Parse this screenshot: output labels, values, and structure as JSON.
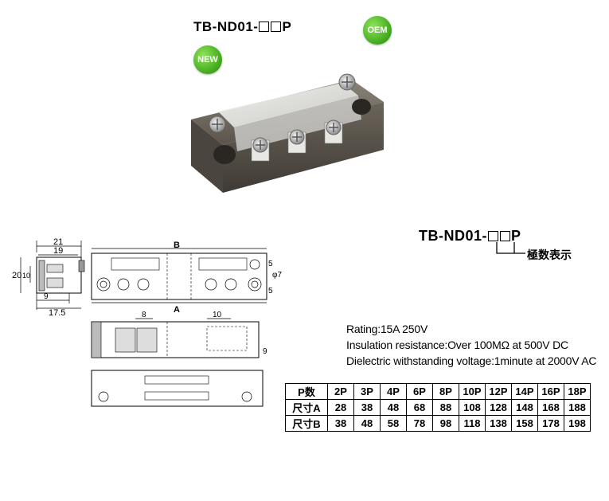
{
  "header": {
    "model_prefix": "TB-ND01-",
    "model_suffix": "P",
    "badge_oem": "OEM",
    "badge_new": "NEW"
  },
  "legend": {
    "model_prefix": "TB-ND01-",
    "model_suffix": "P",
    "pole_label": "極数表示"
  },
  "drawing": {
    "side_top_width": "21",
    "side_inner_width": "19",
    "side_height": "20",
    "side_inner_height": "10",
    "side_bottom_small": "9",
    "side_bottom_width": "17.5",
    "front_label_b": "B",
    "front_label_a": "A",
    "dim_right_5a": "5",
    "dim_right_5b": "5",
    "dim_phi": "φ7",
    "dim_8": "8",
    "dim_10": "10",
    "dim_9": "9"
  },
  "specs": {
    "rating": "Rating:15A 250V",
    "insulation": "Insulation resistance:Over 100MΩ at 500V DC",
    "dielectric": "Dielectric withstanding voltage:1minute at 2000V AC"
  },
  "table": {
    "headers": [
      "P数",
      "2P",
      "3P",
      "4P",
      "6P",
      "8P",
      "10P",
      "12P",
      "14P",
      "16P",
      "18P"
    ],
    "rows": [
      [
        "尺寸A",
        "28",
        "38",
        "48",
        "68",
        "88",
        "108",
        "128",
        "148",
        "168",
        "188"
      ],
      [
        "尺寸B",
        "38",
        "48",
        "58",
        "78",
        "98",
        "118",
        "138",
        "158",
        "178",
        "198"
      ]
    ]
  }
}
